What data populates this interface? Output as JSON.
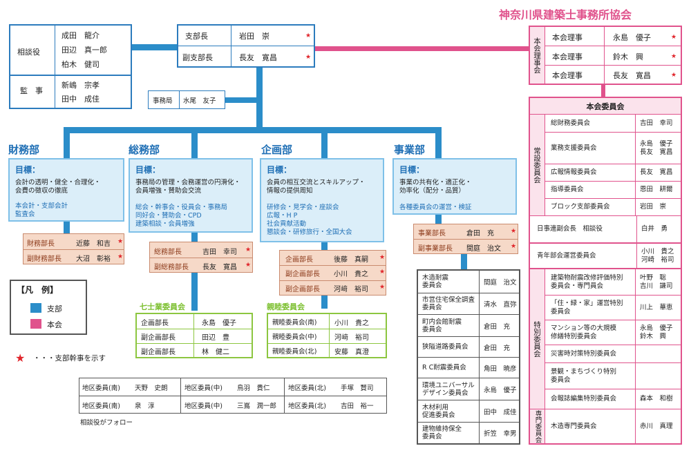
{
  "header": {
    "association": "神奈川県建築士事務所協会"
  },
  "advisors": {
    "label": "相談役",
    "names": [
      "成田　龍介",
      "田辺　真一郎",
      "柏木　健司"
    ],
    "auditor_label": "監　事",
    "auditors": [
      "新嶋　宗孝",
      "田中　成佳"
    ]
  },
  "branch_heads": [
    {
      "role": "支部長",
      "name": "岩田　崇"
    },
    {
      "role": "副支部長",
      "name": "長友　寛昌"
    }
  ],
  "secretariat": {
    "role": "事務局",
    "name": "水尾　友子"
  },
  "board": {
    "label": "本会理事会",
    "rows": [
      {
        "role": "本会理事",
        "name": "永島　優子"
      },
      {
        "role": "本会理事",
        "name": "鈴木　興"
      },
      {
        "role": "本会理事",
        "name": "長友　寛昌"
      }
    ]
  },
  "departments": [
    {
      "title": "財務部",
      "goal_head": "目標：",
      "goal_text": "会計の透明・健全・合理化・\n会費の徴収の徹底",
      "activities": "本会計・支部会計\n監査会",
      "roles": [
        {
          "role": "財務部長",
          "name": "近藤　和吉"
        },
        {
          "role": "副財務部長",
          "name": "大沼　彰裕"
        }
      ]
    },
    {
      "title": "総務部",
      "goal_head": "目標：",
      "goal_text": "事務局の管理・会務運営の円滑化・\n会員増強・賛助会交流",
      "activities": "総会・幹事会・役員会・事務局\n同好会・賛助会・CPD\n建築相談・会員増強",
      "roles": [
        {
          "role": "総務部長",
          "name": "吉田　幸司"
        },
        {
          "role": "副総務部長",
          "name": "長友　寛昌"
        }
      ]
    },
    {
      "title": "企画部",
      "goal_head": "目標：",
      "goal_text": "会員の相互交流とスキルアップ・\n情報の提供周知",
      "activities": "研修会・見学会・座談会\n広報・H P\n社会貢献活動\n懇談会・研修旅行・全国大会",
      "roles": [
        {
          "role": "企画部長",
          "name": "後藤　真嗣"
        },
        {
          "role": "副企画部長",
          "name": "小川　貴之"
        },
        {
          "role": "副企画部長",
          "name": "河﨑　裕司"
        }
      ]
    },
    {
      "title": "事業部",
      "goal_head": "目標：",
      "goal_text": "事業の共有化・適正化・\n効率化（配分・品質）",
      "activities": "各種委員会の運営・検証",
      "roles": [
        {
          "role": "事業部長",
          "name": "倉田　充"
        },
        {
          "role": "副事業部長",
          "name": "間庭　治文"
        }
      ]
    }
  ],
  "shichi_committee": {
    "title": "七士業委員会",
    "rows": [
      {
        "role": "企画部長",
        "name": "永島　優子"
      },
      {
        "role": "副企画部長",
        "name": "田辺　豊"
      },
      {
        "role": "副企画部長",
        "name": "林　健二"
      }
    ]
  },
  "shinboku_committee": {
    "title": "親睦委員会",
    "rows": [
      {
        "role": "親睦委員会(南)",
        "name": "小川　貴之"
      },
      {
        "role": "親睦委員会(中)",
        "name": "河﨑　裕司"
      },
      {
        "role": "親睦委員会(北)",
        "name": "安藤　真澄"
      }
    ]
  },
  "business_committees": [
    {
      "name": "木造耐震\n委員会",
      "person": "間庭　治文"
    },
    {
      "name": "市営住宅保全調査\n委員会",
      "person": "清水　直弥"
    },
    {
      "name": "町内会館耐震\n委員会",
      "person": "倉田　充"
    },
    {
      "name": "狭隘道路委員会",
      "person": "倉田　充"
    },
    {
      "name": "R C耐震委員会",
      "person": "角田　暁彦"
    },
    {
      "name": "環境ユニバーサル\nデザイン委員会",
      "person": "永島　優子"
    },
    {
      "name": "木材利用\n促進委員会",
      "person": "田中　成佳"
    },
    {
      "name": "建物維持保全\n委員会",
      "person": "折笠　幸男"
    }
  ],
  "legend": {
    "title": "【凡　例】",
    "branch": "支部",
    "main": "本会",
    "star_note": "・・・支部幹事を示す"
  },
  "districts": [
    [
      {
        "label": "地区委員(南)",
        "name": "天野　史朗"
      },
      {
        "label": "地区委員(中)",
        "name": "鳥羽　貴仁"
      },
      {
        "label": "地区委員(北)",
        "name": "手塚　賢司"
      }
    ],
    [
      {
        "label": "地区委員(南)",
        "name": "泉　淳"
      },
      {
        "label": "地区委員(中)",
        "name": "三嶌　潤一郎"
      },
      {
        "label": "地区委員(北)",
        "name": "吉田　裕一"
      }
    ]
  ],
  "district_note": "相談役がフォロー",
  "main_committees": {
    "title": "本会委員会",
    "standing_label": "常設委員会",
    "standing": [
      {
        "name": "総財務委員会",
        "person": "吉田　幸司"
      },
      {
        "name": "業務支援委員会",
        "person": "永島　優子\n長友　寛昌"
      },
      {
        "name": "広報情報委員会",
        "person": "長友　寛昌"
      },
      {
        "name": "指導委員会",
        "person": "恩田　耕爾"
      },
      {
        "name": "ブロック支部委員会",
        "person": "岩田　崇"
      }
    ],
    "other": [
      {
        "name": "日事連副会長　相談役",
        "person": "白井　勇"
      },
      {
        "name": "青年部会運営委員会",
        "person": "小川　貴之\n河崎　裕司"
      }
    ],
    "special_label": "特別委員会",
    "special": [
      {
        "name": "建築物耐震改修評価特別\n委員会・専門員会",
        "person": "叶野　聡\n吉川　謙司"
      },
      {
        "name": "「住・緑・家」運営特別\n委員会",
        "person": "川上　華恵"
      },
      {
        "name": "マンション等の大規模\n修繕特別委員会",
        "person": "永島　優子\n鈴木　興"
      },
      {
        "name": "災害時対策特別委員会",
        "person": ""
      },
      {
        "name": "景観・まちづくり特別\n委員会",
        "person": ""
      },
      {
        "name": "会報誌編集特別委員会",
        "person": "森本　和樹"
      }
    ],
    "expert_label": "専門委員会",
    "expert": [
      {
        "name": "木造専門委員会",
        "person": "赤川　真理"
      }
    ]
  },
  "colors": {
    "branch": "#2b8dc9",
    "main": "#e0528c",
    "role": "#c97a5e",
    "green": "#8cc63f"
  }
}
